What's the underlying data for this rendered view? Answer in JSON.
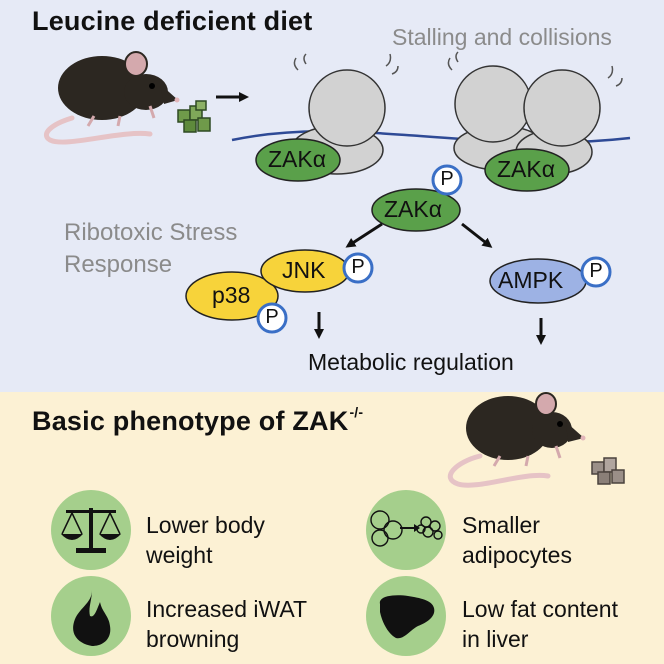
{
  "top": {
    "title": "Leucine deficient diet",
    "stall_text": "Stalling and collisions",
    "rsr_line1": "Ribotoxic Stress",
    "rsr_line2": "Response",
    "zak_label": "ZAKα",
    "p_label": "P",
    "jnk_label": "JNK",
    "p38_label": "p38",
    "ampk_label": "AMPK",
    "metabolic_text": "Metabolic regulation"
  },
  "bottom": {
    "title_main": "Basic phenotype of ZAK",
    "title_sup": "-/-",
    "items": [
      {
        "line1": "Lower body",
        "line2": "weight",
        "icon": "scale-icon"
      },
      {
        "line1": "Smaller",
        "line2": "adipocytes",
        "icon": "adipocyte-icon"
      },
      {
        "line1": "Increased iWAT",
        "line2": "browning",
        "icon": "flame-icon"
      },
      {
        "line1": "Low fat content",
        "line2": "in liver",
        "icon": "liver-icon"
      }
    ]
  },
  "colors": {
    "top_bg": "#e6eaf6",
    "bottom_bg": "#fcf1d4",
    "zak_green": "#5aa04a",
    "kinase_yellow": "#f7d33a",
    "ampk_blue": "#9db2e4",
    "phospho_ring": "#3a6fc6",
    "icon_circle": "#a5cf8c"
  }
}
